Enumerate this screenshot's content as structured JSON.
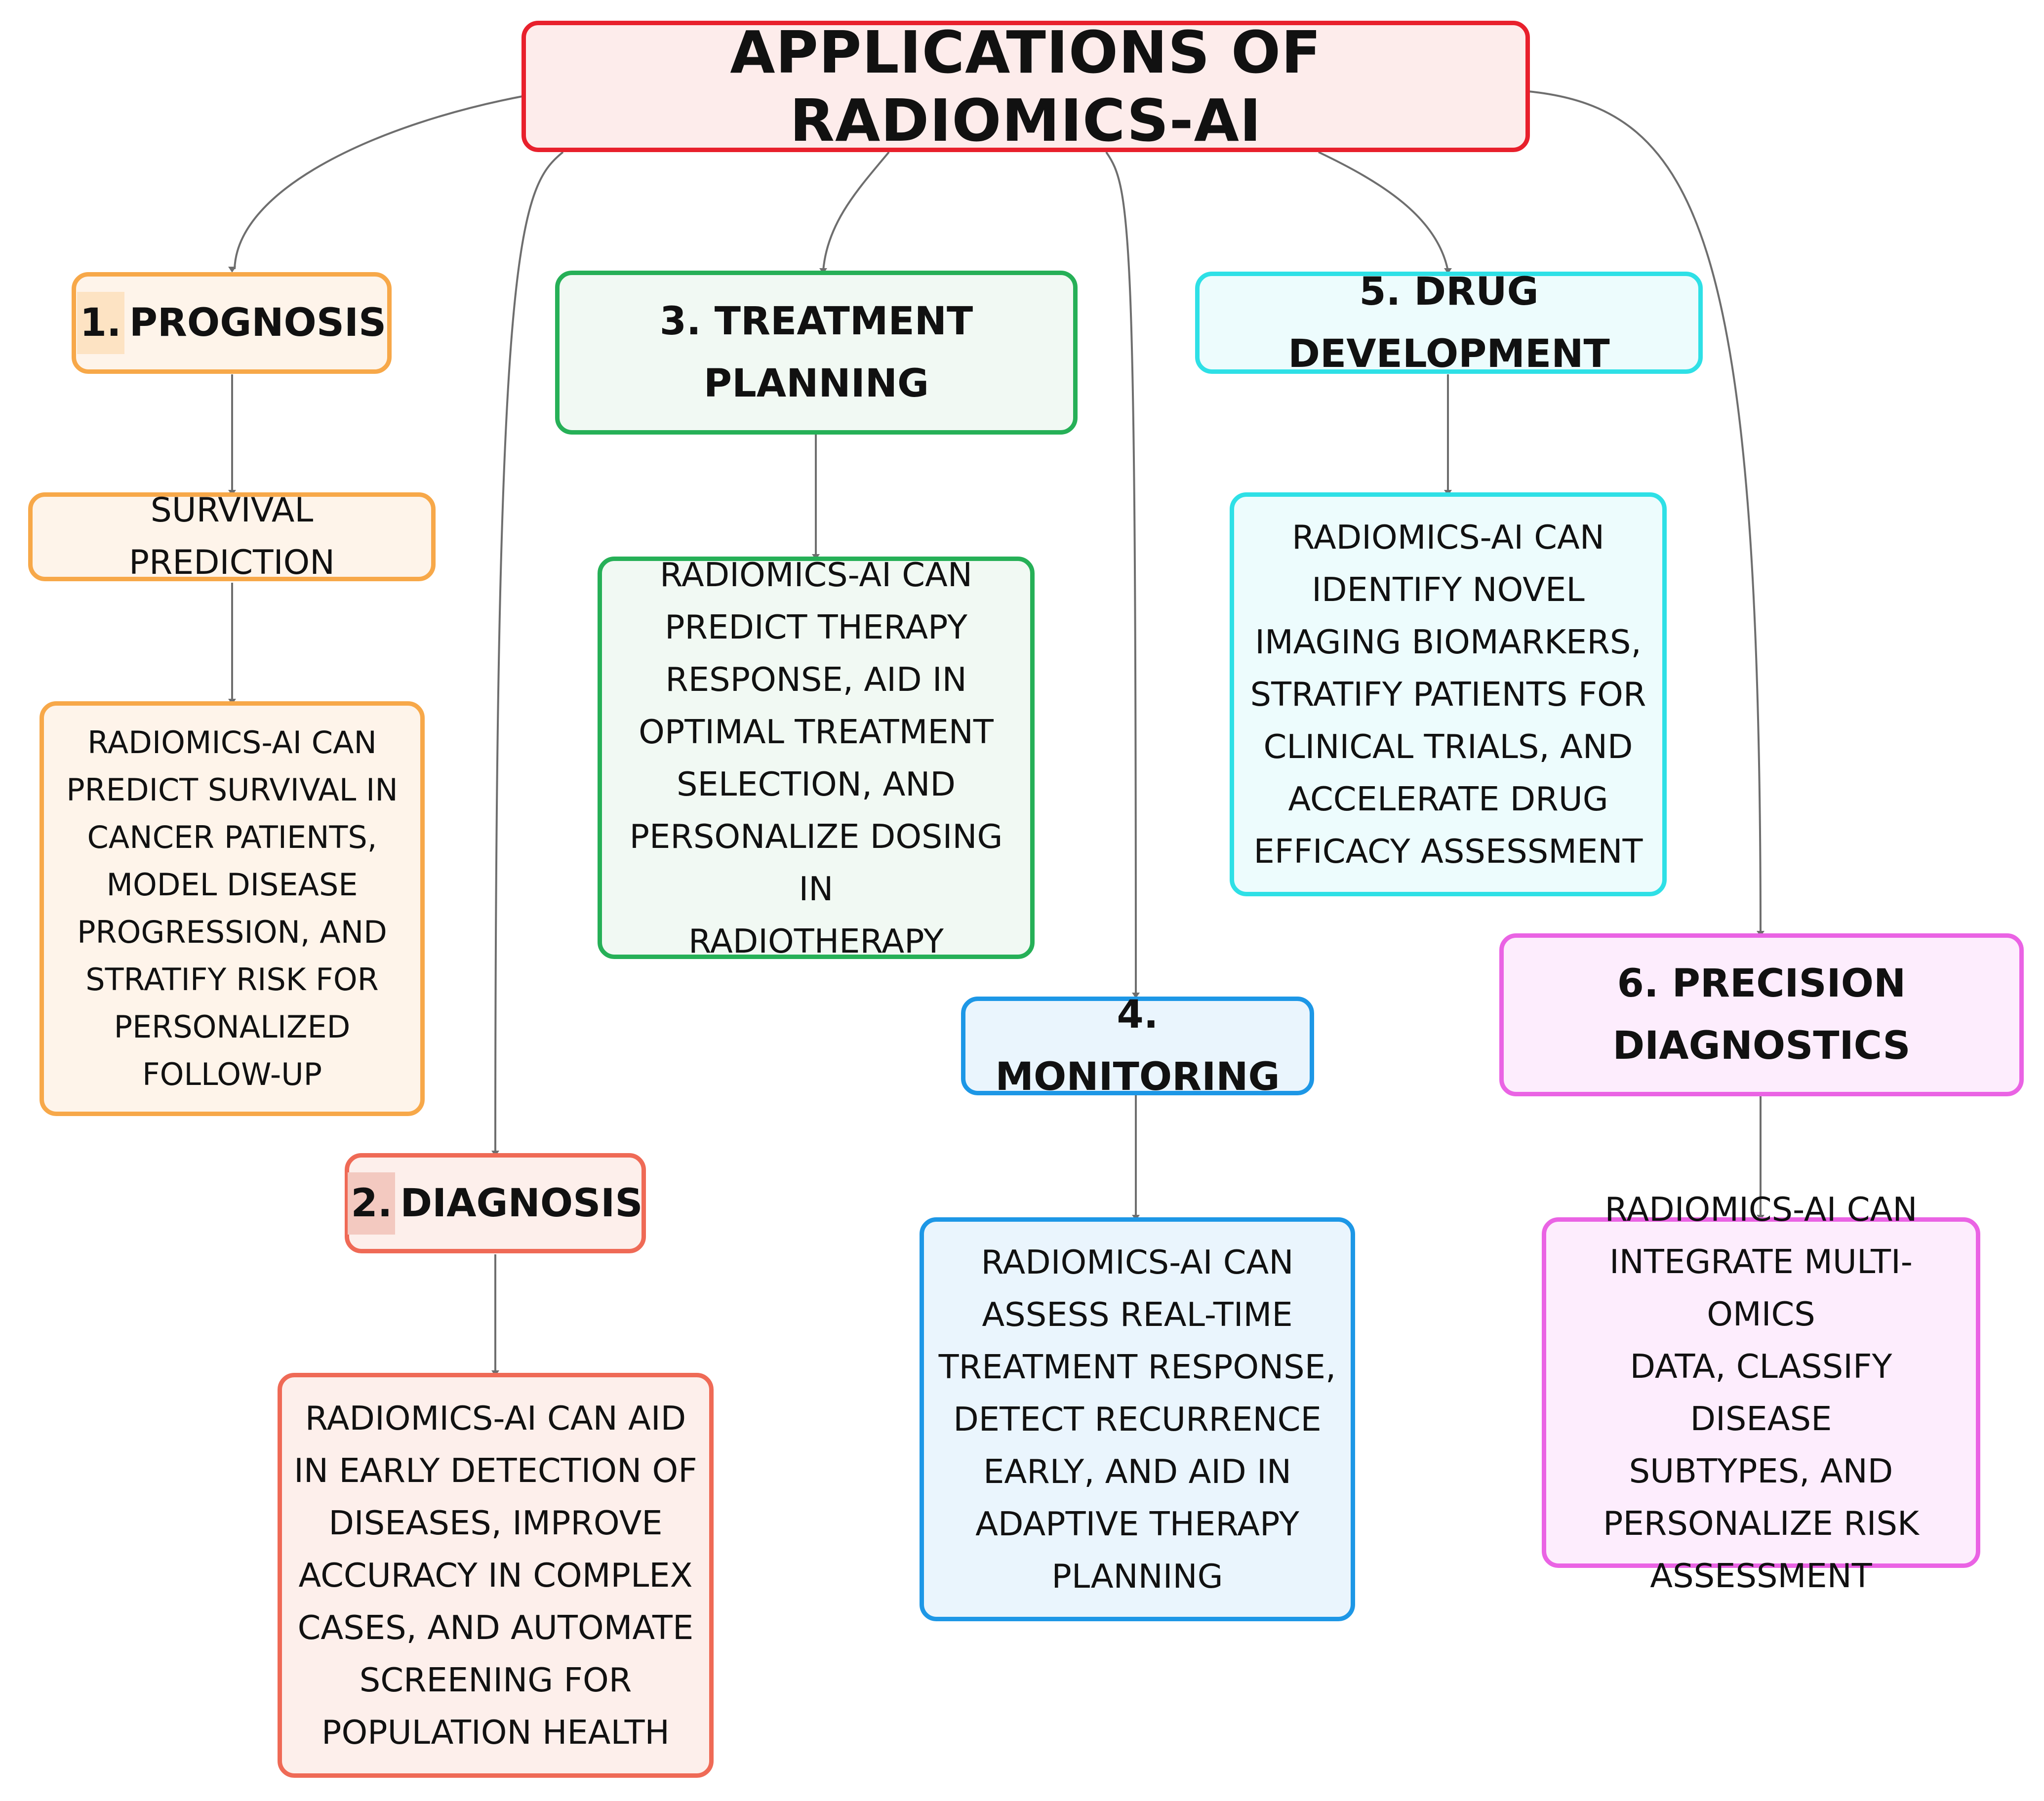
{
  "title": "APPLICATIONS OF RADIOMICS-AI",
  "colors": {
    "connector": "#6e6e6e",
    "title_border": "#e8202c",
    "prognosis": "#f7a849",
    "diagnosis": "#ef6a56",
    "treatment": "#26b057",
    "monitoring": "#1d97e6",
    "drug": "#2ee0e6",
    "precision": "#ea63e4"
  },
  "branches": {
    "prognosis": {
      "number": "1.",
      "label": "PROGNOSIS",
      "subtopic": "SURVIVAL PREDICTION",
      "lines": [
        "RADIOMICS-AI CAN",
        "PREDICT SURVIVAL IN",
        "CANCER PATIENTS,",
        "MODEL DISEASE",
        "PROGRESSION, AND",
        "STRATIFY RISK FOR",
        "PERSONALIZED",
        "FOLLOW-UP"
      ]
    },
    "diagnosis": {
      "number": "2.",
      "label": "DIAGNOSIS",
      "lines": [
        "RADIOMICS-AI CAN AID",
        "IN EARLY DETECTION OF",
        "DISEASES, IMPROVE",
        "ACCURACY IN COMPLEX",
        "CASES, AND AUTOMATE",
        "SCREENING FOR",
        "POPULATION HEALTH"
      ]
    },
    "treatment": {
      "heading": [
        "3. TREATMENT",
        "PLANNING"
      ],
      "lines": [
        "RADIOMICS-AI CAN",
        "PREDICT THERAPY",
        "RESPONSE, AID IN",
        "OPTIMAL TREATMENT",
        "SELECTION, AND",
        "PERSONALIZE DOSING IN",
        "RADIOTHERAPY"
      ]
    },
    "monitoring": {
      "heading": "4. MONITORING",
      "lines": [
        "RADIOMICS-AI CAN",
        "ASSESS REAL-TIME",
        "TREATMENT RESPONSE,",
        "DETECT RECURRENCE",
        "EARLY, AND AID IN",
        "ADAPTIVE THERAPY",
        "PLANNING"
      ]
    },
    "drug": {
      "heading": "5. DRUG DEVELOPMENT",
      "lines": [
        "RADIOMICS-AI CAN",
        "IDENTIFY NOVEL",
        "IMAGING BIOMARKERS,",
        "STRATIFY PATIENTS FOR",
        "CLINICAL TRIALS, AND",
        "ACCELERATE DRUG",
        "EFFICACY ASSESSMENT"
      ]
    },
    "precision": {
      "heading": [
        "6. PRECISION",
        "DIAGNOSTICS"
      ],
      "lines": [
        "RADIOMICS-AI CAN",
        "INTEGRATE MULTI-OMICS",
        "DATA, CLASSIFY DISEASE",
        "SUBTYPES, AND",
        "PERSONALIZE RISK",
        "ASSESSMENT"
      ]
    }
  }
}
